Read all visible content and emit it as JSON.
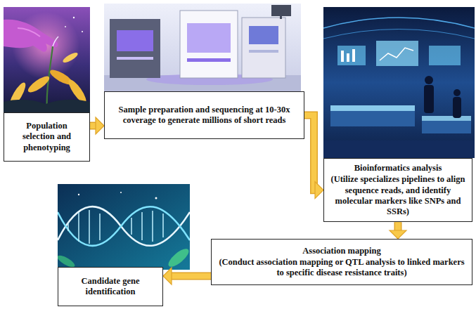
{
  "diagram": {
    "nodes": [
      {
        "text": [
          "Population selection and phenotyping"
        ]
      },
      {
        "text": [
          "Sample preparation and sequencing at 10-30x coverage to generate millions of short reads"
        ]
      },
      {
        "text": [
          "Bioinformatics analysis",
          "(Utilize specializes pipelines to align sequence reads, and identify molecular markers like SNPs and SSRs)"
        ]
      },
      {
        "text": [
          "Association mapping",
          "(Conduct association mapping or QTL analysis to linked markers to specific disease resistance traits)"
        ]
      },
      {
        "text": [
          "Candidate gene identification"
        ]
      }
    ],
    "edges": [
      {
        "from": 0,
        "to": 1,
        "arrow": "to"
      },
      {
        "from": 1,
        "to": 2,
        "arrow": "to"
      },
      {
        "from": 2,
        "to": 3,
        "arrow": "to"
      },
      {
        "from": 3,
        "to": 4,
        "arrow": "to"
      }
    ]
  }
}
